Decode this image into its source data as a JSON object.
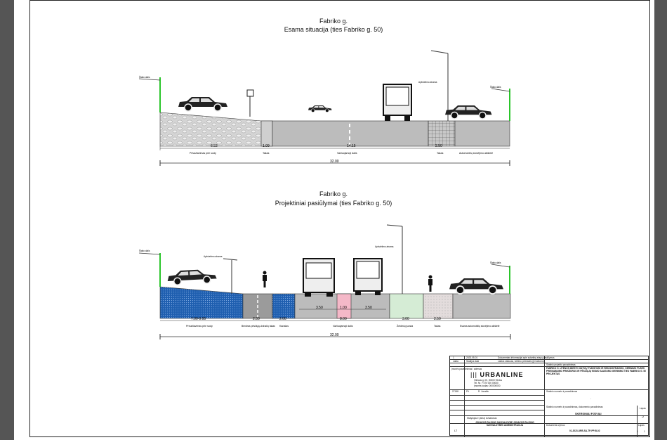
{
  "section1": {
    "title": "Fabriko g.",
    "subtitle": "Esama situacija (ties Fabriko g. 50)",
    "dims": [
      "6.52",
      "1.09",
      "14.15",
      "2.50"
    ],
    "zones": [
      "Privažiavimas prie sody",
      "Takas",
      "Važiuojamoji dalis",
      "Takas",
      "Automobilių stovėjimo aikštelė"
    ],
    "total": "32.00",
    "pole_labels": [
      "Šlaito dalis",
      "Apšvietimo atrama",
      "Šlaito dalis"
    ]
  },
  "section2": {
    "title": "Fabriko g.",
    "subtitle": "Projektiniai pasiūlymai (ties Fabriko g. 50)",
    "dims": [
      "7.00-9.00",
      "2.50",
      "2.00",
      "3.50",
      "1.00",
      "3.50",
      "8.00",
      "3.00",
      "2.50"
    ],
    "zones": [
      "Privažiavimas prie sody",
      "Bendras pėsčiųjų-dviračių takas",
      "Kanalas",
      "Važiuojamoji dalis",
      "Želdinių juosta",
      "Takas",
      "Esama automobilių stovėjimo aikštelė"
    ],
    "total": "32.00",
    "pole_labels": [
      "Šlaito dalis",
      "Apšvietimo atrama",
      "Apšvietimo atrama",
      "Šlaito dalis"
    ]
  },
  "title_block": {
    "company": "URBANLINE",
    "company_prefix": "|||",
    "rev_no": "1",
    "rev_date": "2023-05-01",
    "rev_text": "Dokumentas informacijai apie sutartinę etapų pasiūlymus",
    "stage": "Laida",
    "stage_val": "Stadijos data",
    "changes": "Laidos statusas, keitimo priežastis (jei taikoma)",
    "company_info": [
      "Įmonės pavadinimas / adresas",
      "Vilniaus g. 00, 00000 Vilnius",
      "Tel. Nr.: +370 000 00000",
      "Įmonės kodas: 000000000"
    ],
    "project_name_label": "Statinio projekto pavadinimas",
    "project_name": "FABRIKO G. UTENOS MIESTO GATVIŲ TVARKYMO IR REKONSTRAVIMO, GERINIMO PUSĖS PRIEINAMUMO PRIEŽIŪROS IR PĖSČIŲJŲ EISMO SAUGUMO GERINIMO TIES FABRIKO G. 50 PROJEKTAS",
    "object_label": "Statinio numeris ir pavadinimas",
    "dash": "-",
    "doc_label": "Statinio numeris ir pavadinimas, dokumento pavadinimas",
    "doc_name": "SKERSINIAI PJŪVIAI",
    "sheet_label": "Lapas",
    "sheet_val": "3",
    "doc_no_label": "Dokumento žymuo",
    "doc_no": "01-2023-URB-SA-TP-PP-B-02",
    "lang": "LT",
    "client_label": "Statytojas ir (arba) Užsakovas",
    "client": "JONAVOS RAJONO SAVIVALDYBĖ JONAVOS RAJONO SAVIVALDYBĖS ADMINISTRACIJA",
    "role1": "PV",
    "role1_name": "R. Jonaitis",
    "role_code": "27158",
    "sheets_label": "Lapas",
    "sheets_of": "1",
    "sheets_total": "1"
  }
}
